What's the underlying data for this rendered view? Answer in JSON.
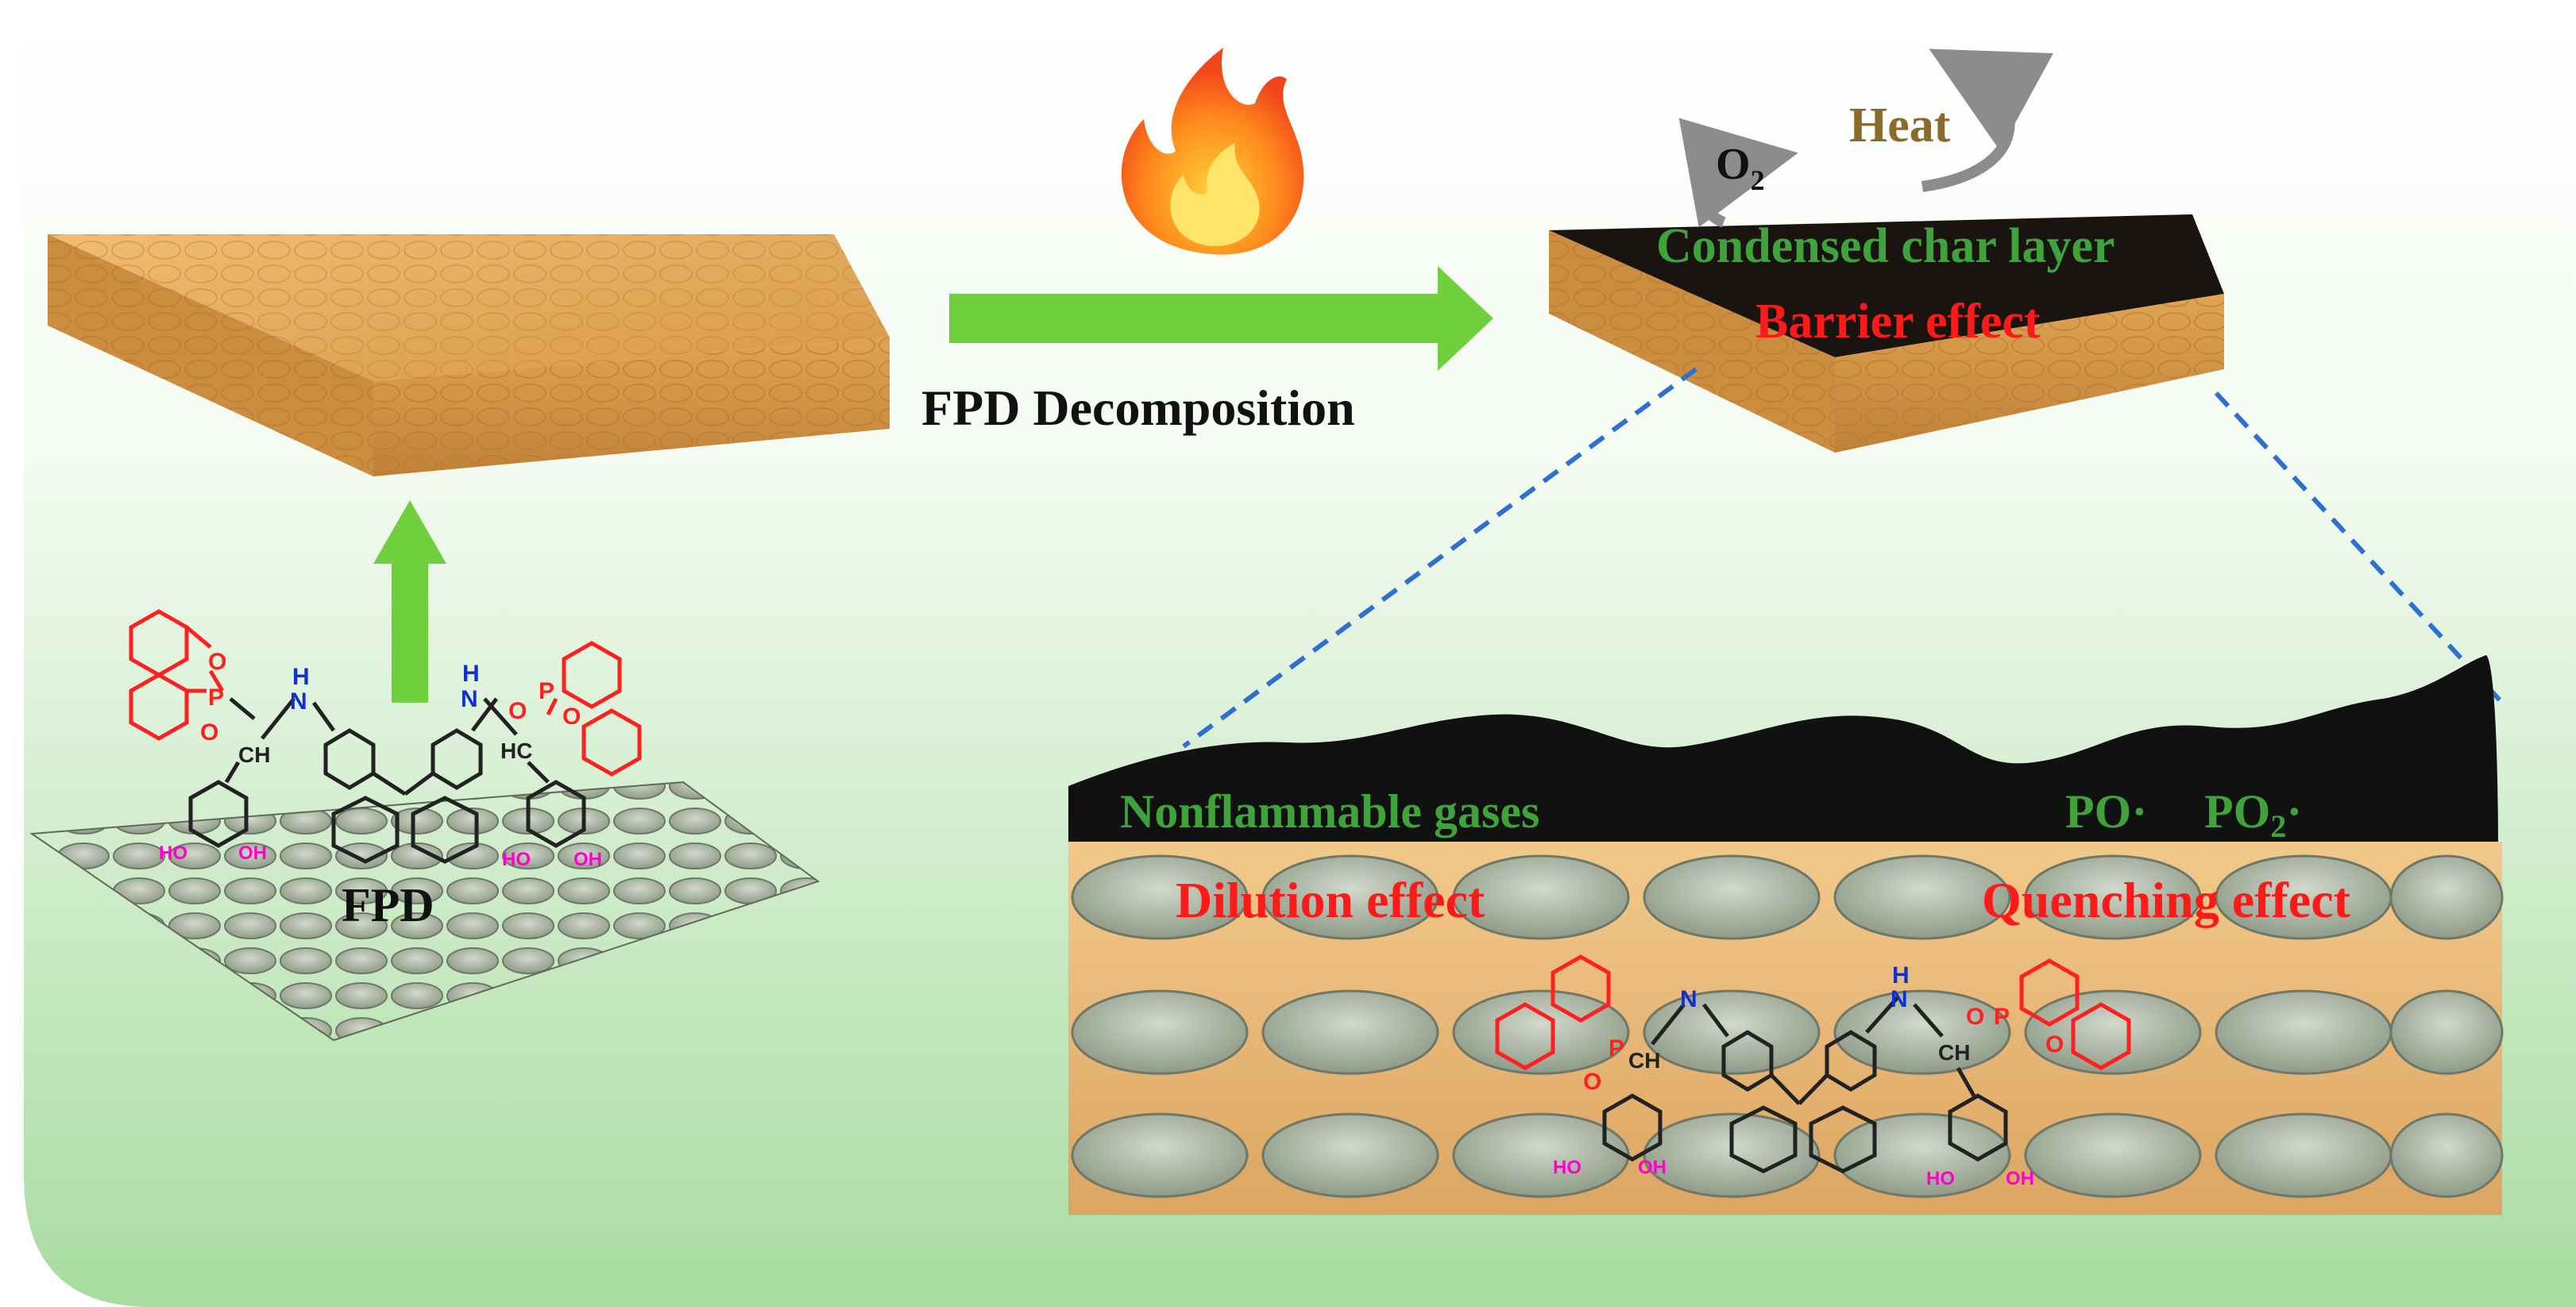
{
  "colors": {
    "bg_gradient_bottom": "#a8dca0",
    "arrow_green": "#6fcf3c",
    "wood": "#e3a85a",
    "wood_dark": "#c98a3c",
    "char_black": "#111111",
    "fiber_grey": "#a9b4a2",
    "text_green": "#3da33a",
    "text_red": "#ff1a1a",
    "text_brown": "#8b6a2b",
    "phosphorus_red": "#ff2020",
    "hydroxyl_magenta": "#ff00cc",
    "amine_blue": "#1030d0",
    "dash_blue": "#2f6fd0"
  },
  "labels": {
    "decomposition": "FPD Decomposition",
    "fpd": "FPD",
    "oxygen": "O",
    "oxygen_sub": "2",
    "heat": "Heat",
    "char_layer": "Condensed char layer",
    "barrier": "Barrier effect",
    "nonflammable": "Nonflammable gases",
    "po": "PO·",
    "po2": "PO",
    "po2_sub": "2",
    "po2_dot": "·",
    "dilution": "Dilution effect",
    "quenching": "Quenching effect"
  },
  "molecule_atoms": {
    "O": "O",
    "P": "P",
    "N": "N",
    "H": "H",
    "CH": "CH",
    "HC": "HC",
    "HO": "HO",
    "OH": "OH"
  },
  "icons": [
    "flame-icon",
    "right-arrow-icon",
    "up-arrow-icon",
    "curved-arrow-icon"
  ]
}
